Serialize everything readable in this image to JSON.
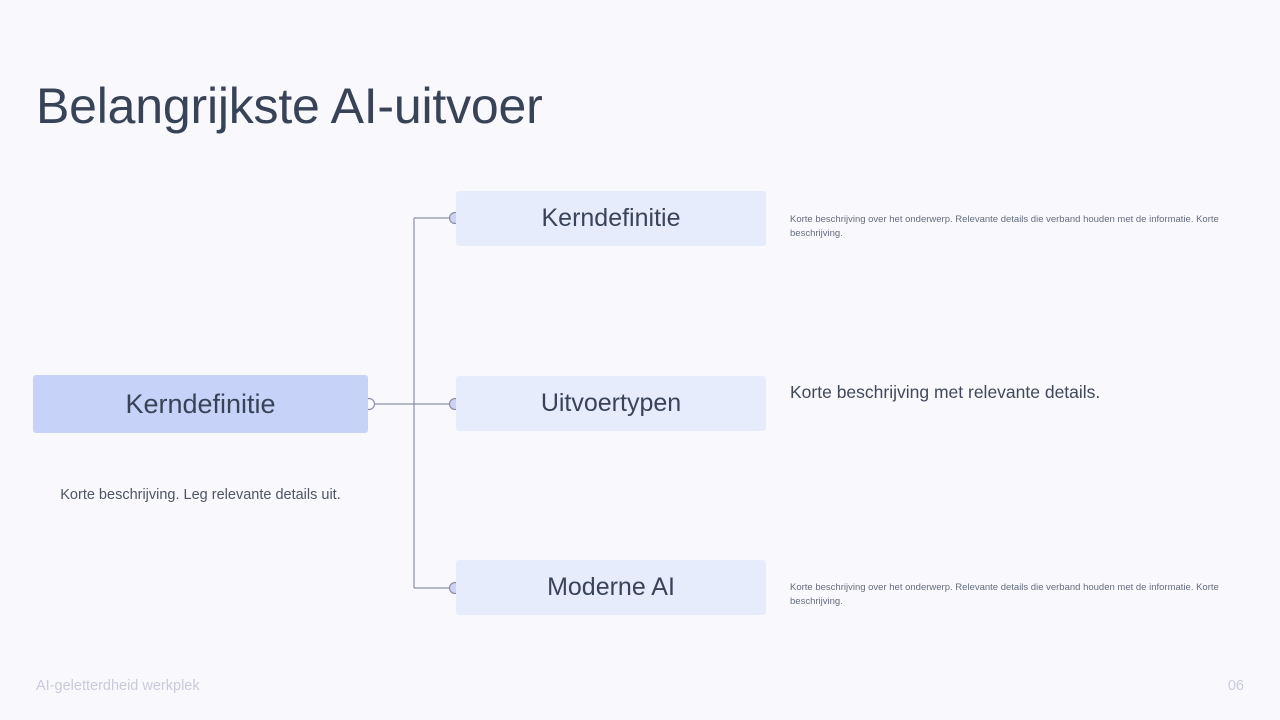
{
  "slide": {
    "title": "Belangrijkste AI-uitvoer",
    "background_color": "#f8f8fd",
    "title_color": "#394358"
  },
  "root": {
    "label": "Kerndefinitie",
    "description": "Korte beschrijving. Leg relevante details uit.",
    "fill_color": "#c7d2f8",
    "text_color": "#394358",
    "connector_dot": "hollow-dot-icon"
  },
  "branches": [
    {
      "label": "Kerndefinitie",
      "description": "Korte beschrijving over het onderwerp. Relevante details die verband houden met de informatie. Korte beschrijving.",
      "description_size": "small",
      "fill_color": "#e6ecfb",
      "text_color": "#39445a",
      "connector_dot": "filled-dot-icon"
    },
    {
      "label": "Uitvoertypen",
      "description": "Korte beschrijving met relevante details.",
      "description_size": "large",
      "fill_color": "#e6ecfb",
      "text_color": "#39445a",
      "connector_dot": "filled-dot-icon"
    },
    {
      "label": "Moderne AI",
      "description": "Korte beschrijving over het onderwerp. Relevante details die verband houden met de informatie. Korte beschrijving.",
      "description_size": "small",
      "fill_color": "#e6ecfb",
      "text_color": "#39445a",
      "connector_dot": "filled-dot-icon"
    }
  ],
  "connectors": {
    "line_color": "#8c90a4",
    "dot_fill": "#cdd4f2",
    "dot_stroke": "#8c90a4",
    "hollow_dot_fill": "#fbfbfe"
  },
  "footer": {
    "left_label": "AI-geletterdheid werkplek",
    "page_number": "06",
    "color": "#c9cbdb"
  }
}
